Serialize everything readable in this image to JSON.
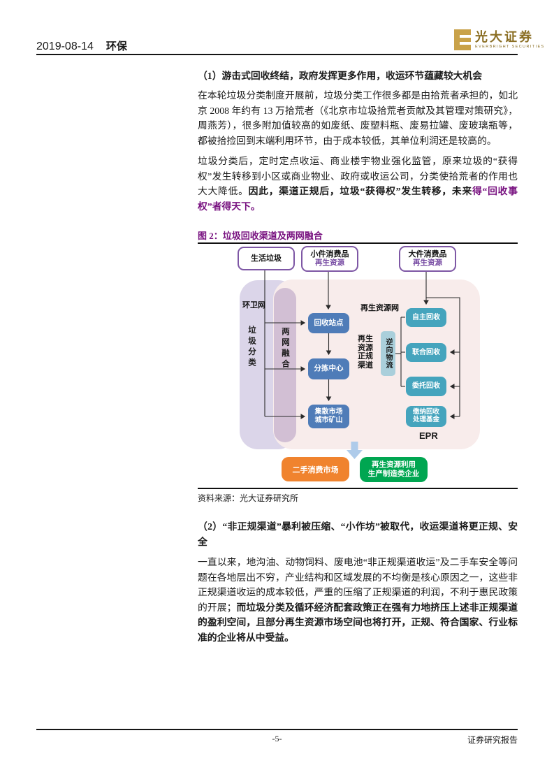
{
  "header": {
    "date": "2019-08-14",
    "category": "环保",
    "brand_cn": "光大证券",
    "brand_en": "EVERBRIGHT SECURITIES"
  },
  "section1": {
    "heading": "（1）游击式回收终结，政府发挥更多作用，收运环节蕴藏较大机会",
    "para1": "在本轮垃圾分类制度开展前，垃圾分类工作很多都是由拾荒者承担的，如北京 2008 年约有 13 万拾荒者（《北京市垃圾拾荒者贡献及其管理对策研究》，周燕芳），很多附加值较高的如废纸、废塑料瓶、废易拉罐、废玻璃瓶等，都被拾捡回到末端利用环节，由于成本较低，其单位利润还是较高的。",
    "para2_normal": "垃圾分类后，定时定点收运、商业楼宇物业强化监管，原来垃圾的“获得权”发生转移到小区或商业物业、政府或收运公司，分类使拾荒者的作用也大大降低。",
    "para2_bold": "因此，渠道正规后，垃圾“获得权”发生转移，未来",
    "para2_emphasis": "得“回收事权”者得天下。"
  },
  "figure": {
    "title": "图 2：垃圾回收渠道及两网融合",
    "source": "资料来源：光大证券研究所",
    "top_boxes": [
      {
        "line1": "生活垃圾"
      },
      {
        "line1": "小件消费品",
        "line2": "再生资源"
      },
      {
        "line1": "大件消费品",
        "line2": "再生资源"
      }
    ],
    "labels": {
      "left_net": "环卫网",
      "right_net": "再生资源网",
      "waste_sort": "垃圾分类",
      "two_net": "两网融合",
      "formal_channel": [
        "再生",
        "资源",
        "正规",
        "渠道"
      ],
      "reverse_logistics": "逆向物流",
      "epr": "EPR"
    },
    "blue_boxes": [
      {
        "line1": "回收站点"
      },
      {
        "line1": "分拣中心"
      },
      {
        "line1": "集散市场",
        "line2": "城市矿山"
      }
    ],
    "teal_boxes": [
      {
        "line1": "自主回收"
      },
      {
        "line1": "联合回收"
      },
      {
        "line1": "委托回收"
      },
      {
        "line1": "缴纳回收",
        "line2": "处理基金"
      }
    ],
    "bottom_boxes": [
      {
        "line1": "二手消费市场"
      },
      {
        "line1": "再生资源利用",
        "line2": "生产制造类企业"
      }
    ],
    "colors": {
      "purple_accent": "#77107F",
      "top_box_border": "#7E57A5",
      "blue_node": "#4F7CB8",
      "teal_node": "#45A4BD",
      "reverse_logistics_box": "#AACFDB",
      "orange_node": "#F0832E",
      "green_node": "#00A651",
      "pink_region": "#F8ECEB",
      "lavender_region": "#DBD5E9",
      "overlap_region": "#D2BFD4",
      "big_arrow": "#AECBEA"
    }
  },
  "section2": {
    "heading": "（2）“非正规渠道”暴利被压缩、“小作坊”被取代，收运渠道将更正规、安全",
    "para_normal": "一直以来，地沟油、动物饲料、废电池“非正规渠道收运”及二手车安全等问题在各地层出不穷，产业结构和区域发展的不均衡是核心原因之一，这些非正规渠道收运的成本较低，严重的压缩了正规渠道的利润，不利于惠民政策的开展；",
    "para_bold": "而垃圾分类及循环经济配套政策正在强有力地挤压上述非正规渠道的盈利空间，且部分再生资源市场空间也将打开，正规、符合国家、行业标准的企业将从中受益。"
  },
  "footer": {
    "page_number": "-5-",
    "right_label": "证券研究报告"
  }
}
